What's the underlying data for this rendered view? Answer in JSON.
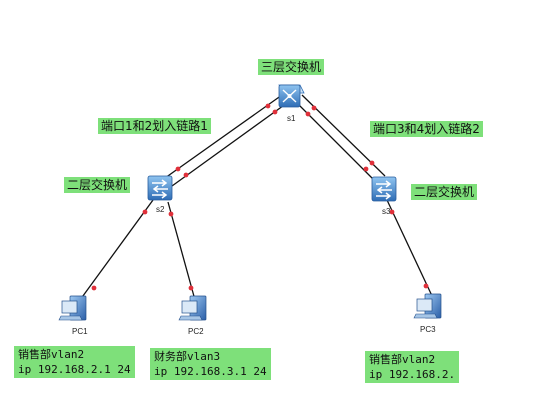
{
  "labels": {
    "l3_switch": "三层交换机",
    "link1": "端口1和2划入链路1",
    "link2": "端口3和4划入链路2",
    "l2_switch_left": "二层交换机",
    "l2_switch_right": "二层交换机"
  },
  "devices": {
    "s1": "s1",
    "s2": "s2",
    "s3": "s3",
    "pc1": "PC1",
    "pc2": "PC2",
    "pc3": "PC3"
  },
  "pc_notes": {
    "pc1": {
      "line1": "销售部vlan2",
      "line2": "ip 192.168.2.1 24"
    },
    "pc2": {
      "line1": "财务部vlan3",
      "line2": "ip 192.168.3.1 24"
    },
    "pc3": {
      "line1": "销售部vlan2",
      "line2": "ip 192.168.2."
    }
  },
  "colors": {
    "label_bg": "#7ee07a",
    "link_line": "#111111",
    "port_dot": "#e0303a",
    "switch_blue": "#4a86c8",
    "pc_blue": "#3a6fb8"
  }
}
